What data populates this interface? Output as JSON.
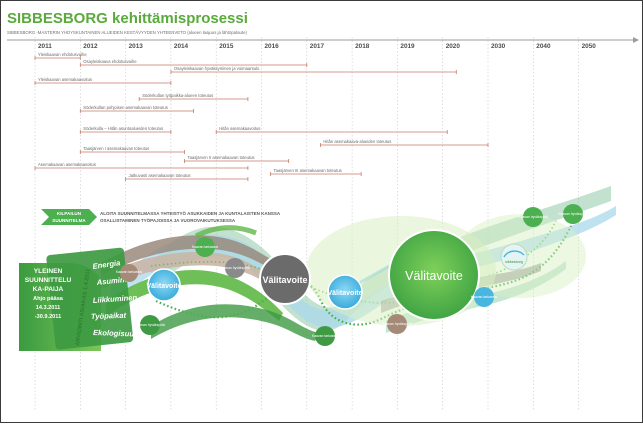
{
  "title": "SIBBESBORG kehittämisprosessi",
  "subtitle": "SIBBESBORG -MASTERIN YHDYSKUNTAINEN ALUEIDEN KESTÄVYYDEN YHTEENVETO (alueen laajuus ja lähtöpalaute)",
  "timeline": {
    "years": [
      "2011",
      "2012",
      "2013",
      "2014",
      "2015",
      "2016",
      "2017",
      "2018",
      "2019",
      "2020",
      "2030",
      "2040",
      "2050"
    ]
  },
  "bars": [
    {
      "label": "Yleiskaavan ehdotusvaihe",
      "start": 0,
      "end": 1
    },
    {
      "label": "Osayleiskaava ehdotusvaihe",
      "start": 1,
      "end": 6
    },
    {
      "label": "Osayleiskaavan hyväksyminen ja voimaantulo",
      "start": 3,
      "end": 9.3
    },
    {
      "label": "Yleiskaavan asemakaavoitus",
      "start": 0,
      "end": 3
    },
    {
      "label": "Söderkullan työpaikka-alueen toteutus",
      "start": 2.3,
      "end": 4.7
    },
    {
      "label": "Söderkullan pohjoisen asemakaavan toteutus",
      "start": 1,
      "end": 3.5
    },
    {
      "label": "Söderkulla – Hitån asuntoalueiden toteutus",
      "start": 1,
      "end": 3
    },
    {
      "label": "Hitån asemakaavoitus",
      "start": 4,
      "end": 9.1
    },
    {
      "label": "Hitån asemakaava-alueiden toteutus",
      "start": 6.3,
      "end": 10
    },
    {
      "label": "Taasjärven I asemakaavan toteutus",
      "start": 1,
      "end": 3.3
    },
    {
      "label": "Taasjärven II asemakaavan toteutus",
      "start": 3.3,
      "end": 5.6
    },
    {
      "label": "Asemakaavan asemakaavoitus",
      "start": 0,
      "end": 4.7
    },
    {
      "label": "Taasjärven III asemakaavan toteutus",
      "start": 5.2,
      "end": 7.2
    },
    {
      "label": "Jatkuvasti asemakaavan toteutus",
      "start": 2,
      "end": 4.7
    }
  ],
  "left_panel": {
    "heading_lines": [
      "YLEINEN",
      "SUUNNITTELU",
      "KA-PAIJA",
      "Ahjo pääsa",
      "14.3.2011",
      "-30.9.2011"
    ],
    "vertical_label": "ARVIOINTI ASIAKAS 1.4.2011",
    "topics": [
      "Energia",
      "Asuminen",
      "Liikkuminen",
      "Työpaikat",
      "Ekologisuus"
    ]
  },
  "callout": {
    "tag": [
      "KILPAILUN",
      "SUUNNITELMA"
    ],
    "text": [
      "ALOITA SUUNNITELMASSA YHTEISTYÖ ASUKKAIDEN JA KUNTALAISTEN KANSSA",
      "OSALLISTAMINEN TYÖPAJOISSA JA VUOROVAIKUTUKSESSA"
    ]
  },
  "stages": [
    {
      "label": "Välitavoite",
      "kind": "blue"
    },
    {
      "label": "Välitavoite",
      "kind": "gray"
    },
    {
      "label": "Välitavoite",
      "kind": "blue"
    },
    {
      "label": "Välitavoite",
      "kind": "big"
    }
  ],
  "mini_labels": {
    "m1": "Kaavan tarkastus",
    "m2": "Kaavan hyväksyntä",
    "m3": "Kaavan tarkastus",
    "m4": "Kaavan hyväksyntä",
    "m5": "Kaavan tarkastus",
    "m6": "Kaavan hyväksyntä",
    "m7": "Kaavan tarkastus",
    "m8": "Kaavan hyväksyntä",
    "m9": "Kaavan hyväksyntä",
    "m10": "Kaavan tarkastus",
    "m11": "Kaavan tarkastus",
    "logo": "sibbesborg"
  },
  "colors": {
    "green": "#4caf50",
    "dark_green": "#3a8f3a",
    "blue": "#49b6e0",
    "gray": "#6b6b6b",
    "brown": "#a58a77",
    "pale_green": "#d8efc2"
  }
}
